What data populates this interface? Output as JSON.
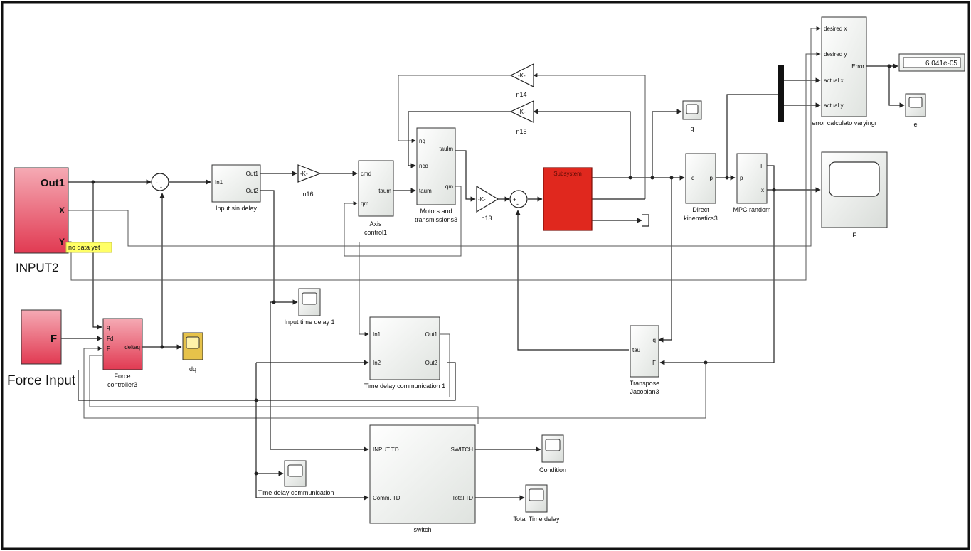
{
  "blocks": {
    "input2": {
      "out1": "Out1",
      "x": "X",
      "y": "Y",
      "title": "INPUT2",
      "tooltip": "no data yet"
    },
    "force_input": {
      "port": "F",
      "title": "Force Input"
    },
    "input_sin_delay": {
      "in1": "In1",
      "out1": "Out1",
      "out2": "Out2",
      "label": "Input sin delay"
    },
    "gain_n16": {
      "symbol": "-K-",
      "label": "n16"
    },
    "axis_control": {
      "in_cmd": "cmd",
      "in_qm": "qm",
      "out_taum": "taum",
      "label_line1": "Axis",
      "label_line2": "control1"
    },
    "motors": {
      "in_nq": "nq",
      "in_ncd": "ncd",
      "in_taum": "taum",
      "out_taulm": "taulm",
      "out_qm": "qm",
      "label_line1": "Motors and",
      "label_line2": "transmissions3"
    },
    "gain_n13": {
      "symbol": "-K-",
      "label": "n13"
    },
    "gain_n14": {
      "symbol": "-K-",
      "label": "n14"
    },
    "gain_n15": {
      "symbol": "-K-",
      "label": "n15"
    },
    "subsystem": {
      "title": "Subsystem"
    },
    "scope_q": {
      "label": "q"
    },
    "direct_kinematics": {
      "in_q": "q",
      "out_p": "p",
      "label_line1": "Direct",
      "label_line2": "kinematics3"
    },
    "mpc_random": {
      "in_p": "p",
      "out_f": "F",
      "out_x": "x",
      "label": "MPC random"
    },
    "scope_f": {
      "label": "F"
    },
    "error_calc": {
      "in1": "desired x",
      "in2": "desired y",
      "in3": "actual x",
      "in4": "actual y",
      "out": "Error",
      "label": "error calculato varyingr"
    },
    "display": {
      "value": "6.041e-05"
    },
    "scope_e": {
      "label": "e"
    },
    "force_controller": {
      "in_q": "q",
      "in_fd": "Fd",
      "in_f": "F",
      "out": "deltaq",
      "label_line1": "Force",
      "label_line2": "controller3"
    },
    "scope_dq": {
      "label": "dq"
    },
    "scope_input_td": {
      "label": "Input time delay 1"
    },
    "time_delay_comm1": {
      "in1": "In1",
      "in2": "In2",
      "out1": "Out1",
      "out2": "Out2",
      "label": "Time delay communication 1"
    },
    "transpose_jacobian": {
      "in_tau": "tau",
      "out_q": "q",
      "in_f": "F",
      "label_line1": "Transpose",
      "label_line2": "Jacobian3"
    },
    "switch": {
      "in1": "INPUT TD",
      "in2": "Comm. TD",
      "out1": "SWITCH",
      "out2": "Total TD",
      "label": "switch"
    },
    "scope_condition": {
      "label": "Condition"
    },
    "scope_time_delay_comm": {
      "label": "Time delay communication"
    },
    "scope_total_td": {
      "label": "Total Time delay"
    }
  },
  "colors": {
    "red_block": "#e8455a",
    "red_block_light": "#f7b4bd",
    "subsystem_red": "#e0281e",
    "block_fill": "#eef0ee",
    "scope_yellow": "#e6c24a",
    "tooltip_yellow": "#ffff66"
  }
}
